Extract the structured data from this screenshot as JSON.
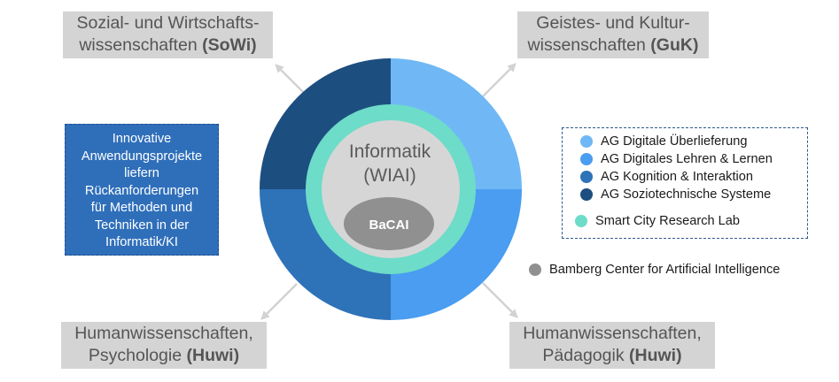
{
  "colors": {
    "quadrant_top_left": "#1d4e80",
    "quadrant_top_right": "#6fb8f5",
    "quadrant_bottom_right": "#4a9df0",
    "quadrant_bottom_left": "#2e72b8",
    "smart_city_ring": "#6ddcc8",
    "informatik_core": "#d6d6d6",
    "bacai": "#909090",
    "arrow": "#d2d2d2",
    "label_bg": "#d4d4d4",
    "info_box_bg": "#2f6fba"
  },
  "corner_labels": {
    "sowi": {
      "line1": "Sozial- und Wirtschafts-",
      "line2_prefix": "wissenschaften ",
      "abbr": "(SoWi)"
    },
    "guk": {
      "line1": "Geistes- und Kultur-",
      "line2_prefix": "wissenschaften ",
      "abbr": "(GuK)"
    },
    "psy": {
      "line1": "Humanwissenschaften,",
      "line2_prefix": "Psychologie ",
      "abbr": "(Huwi)"
    },
    "paed": {
      "line1": "Humanwissenschaften,",
      "line2_prefix": "Pädagogik ",
      "abbr": "(Huwi)"
    }
  },
  "info_box": {
    "lines": [
      "Innovative",
      "Anwendungsprojekte",
      "liefern",
      "Rückanforderungen",
      "für Methoden und",
      "Techniken in der",
      "Informatik/KI"
    ]
  },
  "center": {
    "title_line1": "Informatik",
    "title_line2": "(WIAI)",
    "bacai_label": "BaCAI"
  },
  "legend": {
    "items": [
      {
        "label": "AG Digitale Überlieferung",
        "color": "#6fb8f5"
      },
      {
        "label": "AG Digitales Lehren & Lernen",
        "color": "#4a9df0"
      },
      {
        "label": "AG Kognition & Interaktion",
        "color": "#2e72b8"
      },
      {
        "label": "AG Soziotechnische Systeme",
        "color": "#1d4e80"
      },
      {
        "label": "Smart City Research Lab",
        "color": "#6ddcc8"
      }
    ]
  },
  "bacai_legend": {
    "label": "Bamberg Center for Artificial Intelligence",
    "color": "#909090"
  }
}
